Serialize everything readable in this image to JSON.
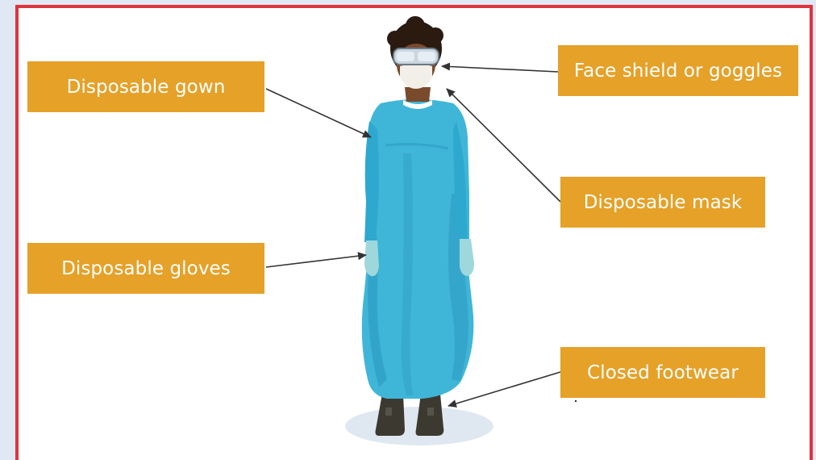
{
  "labels": {
    "gown": "Disposable gown",
    "gloves": "Disposable gloves",
    "face_shield": "Face shield or goggles",
    "mask": "Disposable mask",
    "footwear": "Closed footwear"
  },
  "colors": {
    "background": "#dfe8f3",
    "frame": "#e0323f",
    "label_fill": "#e5a128",
    "label_text": "#ffffff",
    "gown": "#3fb6d8",
    "gown_shadow": "#2a96bd",
    "gloves": "#9ed8dc",
    "skin": "#7a4a2d",
    "hair": "#2a1a10",
    "boots": "#3c3a30",
    "arrow": "#333333"
  },
  "icons": {
    "figure": "healthcare-worker-ppe-illustration"
  }
}
